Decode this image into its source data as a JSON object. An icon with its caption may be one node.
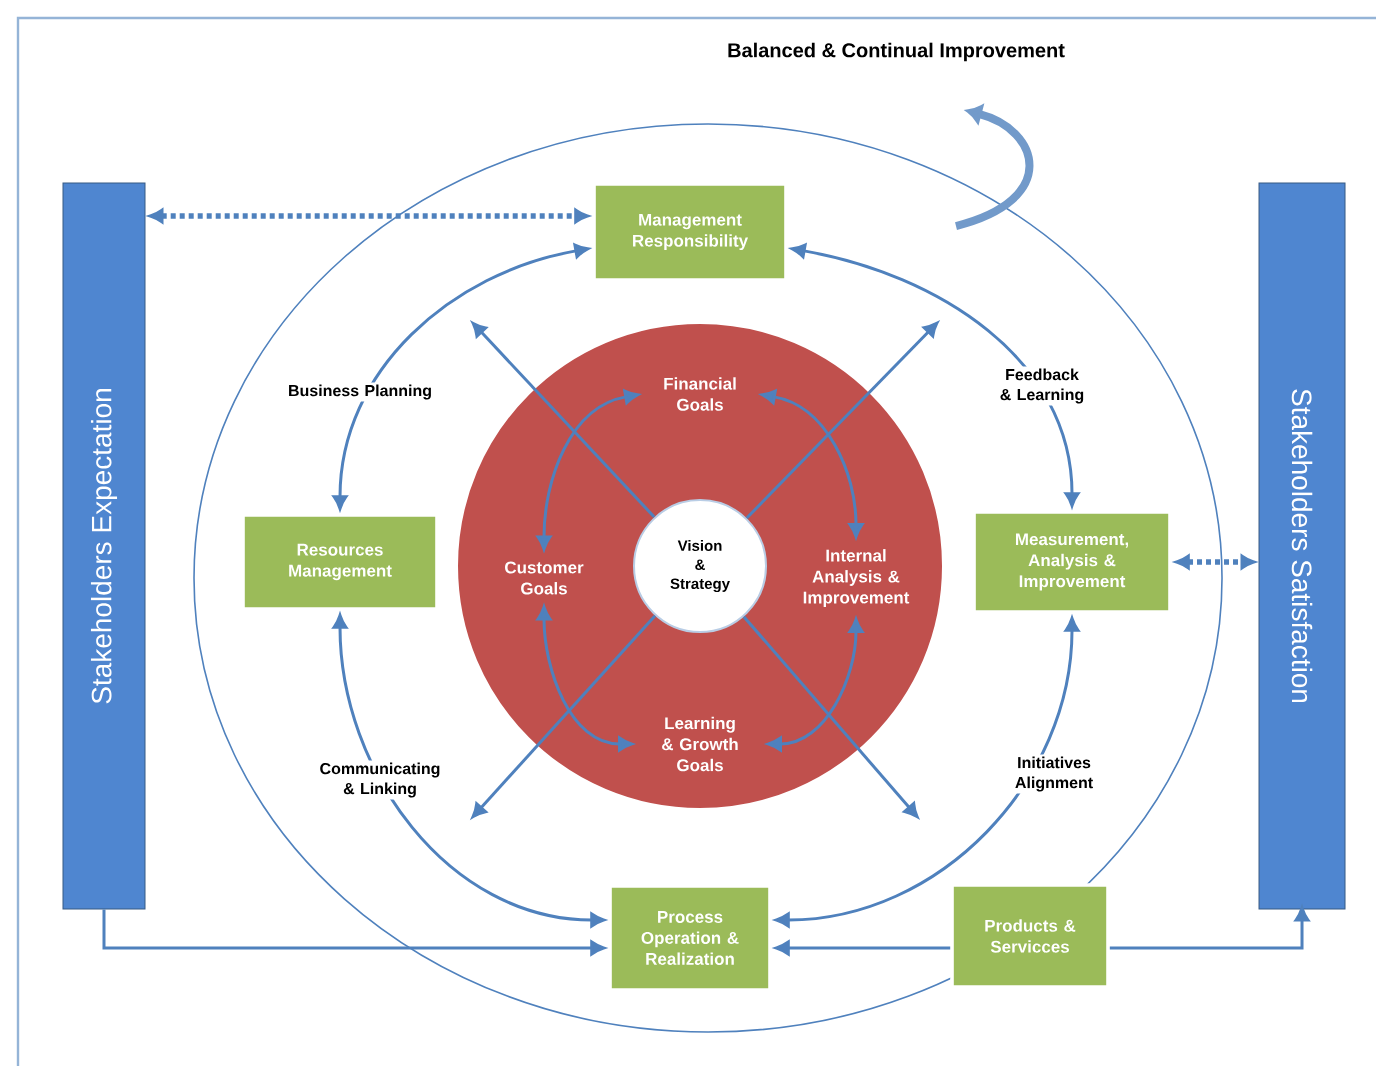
{
  "diagram": {
    "title": "Balanced & Continual Improvement",
    "nodes": [
      {
        "text": [
          "Stakeholders Expectation"
        ]
      },
      {
        "text": [
          "Management Responsibility"
        ]
      },
      {
        "text": [
          "Resources Management"
        ]
      },
      {
        "text": [
          "Measurement, Analysis & Improvement"
        ]
      },
      {
        "text": [
          "Process Operation & Realization"
        ]
      },
      {
        "text": [
          "Products & Servicces"
        ]
      },
      {
        "text": [
          "Stakeholders Satisfaction"
        ]
      },
      {
        "text": [],
        "shape": "circle"
      },
      {
        "text": [
          "Financial Goals"
        ],
        "in": 7
      },
      {
        "text": [
          "Customer Goals"
        ],
        "in": 7
      },
      {
        "text": [
          "Internal Analysis & Improvement"
        ],
        "in": 7
      },
      {
        "text": [
          "Learning & Growth Goals"
        ],
        "in": 7
      },
      {
        "text": [
          "Vision & Strategy"
        ],
        "in": 7
      }
    ],
    "edges": [
      {
        "from": 0,
        "to": 1,
        "arrow": "both",
        "style": "dashed"
      },
      {
        "from": 3,
        "to": 6,
        "arrow": "both",
        "style": "dashed"
      },
      {
        "from": 1,
        "to": 2,
        "arrow": "both",
        "label": "Business Planning"
      },
      {
        "from": 1,
        "to": 3,
        "arrow": "both",
        "label": "Feedback & Learning"
      },
      {
        "from": 2,
        "to": 4,
        "arrow": "both",
        "label": "Communicating & Linking"
      },
      {
        "from": 3,
        "to": 4,
        "arrow": "both",
        "label": "Initiatives Alignment"
      },
      {
        "from": 0,
        "to": 4,
        "arrow": "to"
      },
      {
        "from": 5,
        "to": 4,
        "arrow": "to"
      },
      {
        "from": 5,
        "to": 6,
        "arrow": "to"
      },
      {
        "from": 8,
        "to": 9,
        "arrow": "both"
      },
      {
        "from": 8,
        "to": 10,
        "arrow": "both"
      },
      {
        "from": 9,
        "to": 11,
        "arrow": "both"
      },
      {
        "from": 10,
        "to": 11,
        "arrow": "both"
      },
      {
        "from": 12,
        "to": null,
        "arrow": "to"
      },
      {
        "from": 12,
        "to": null,
        "arrow": "to"
      },
      {
        "from": 12,
        "to": null,
        "arrow": "to"
      },
      {
        "from": 12,
        "to": null,
        "arrow": "to"
      }
    ]
  }
}
